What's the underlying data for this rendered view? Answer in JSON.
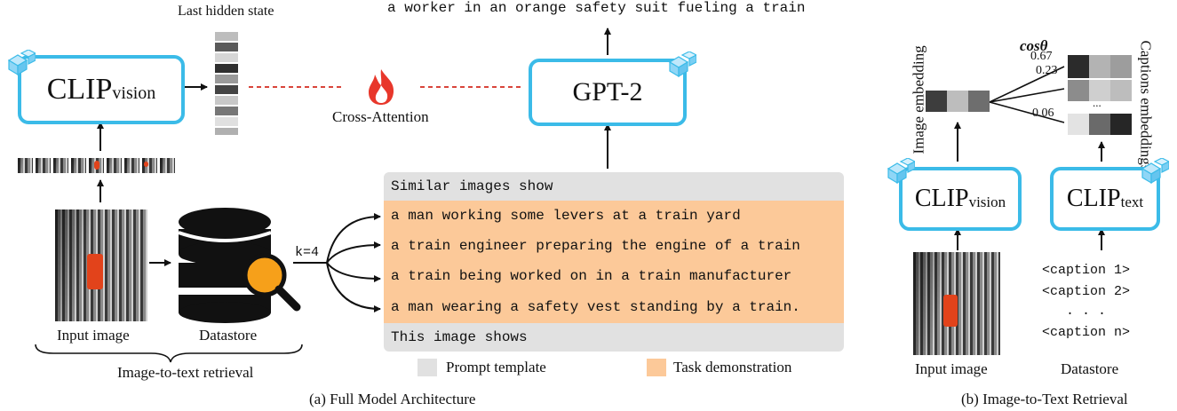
{
  "colors": {
    "clip_border": "#3bbbe8",
    "prompt_template": "#e1e1e1",
    "task_demonstration": "#fcc999",
    "cross_attention_line": "#d9453b",
    "flame": "#e8372b"
  },
  "icons": [
    "ice-cube-icon",
    "fire-icon",
    "database-icon",
    "magnifier-icon"
  ],
  "part_a": {
    "clip_vision": {
      "main": "CLIP",
      "sub": "vision"
    },
    "gpt2": "GPT-2",
    "last_hidden_state": "Last hidden state",
    "cross_attention": "Cross-Attention",
    "generated_caption": "a worker in an orange safety suit fueling a train",
    "input_image_label": "Input image",
    "datastore_label": "Datastore",
    "k_label": "k=4",
    "retrieval_label": "Image-to-text retrieval",
    "prompt": {
      "header": "Similar images show",
      "captions": [
        "a man working some levers at a train yard",
        "a train engineer preparing the engine of a train",
        "a train being worked on in a train manufacturer",
        "a man wearing a safety vest standing by a train."
      ],
      "footer": "This image shows"
    },
    "legend": {
      "template": "Prompt template",
      "demonstration": "Task demonstration"
    },
    "caption": "(a) Full Model Architecture"
  },
  "part_b": {
    "clip_vision": {
      "main": "CLIP",
      "sub": "vision"
    },
    "clip_text": {
      "main": "CLIP",
      "sub": "text"
    },
    "cos_label": "cosθ",
    "image_embedding_label": "Image embedding",
    "captions_embeddings_label": "Captions embeddings",
    "scores": [
      "0.67",
      "0.23",
      "0.06"
    ],
    "ellipsis_embed": "...",
    "captions_list": [
      "<caption 1>",
      "<caption 2>",
      ". . .",
      "<caption n>"
    ],
    "input_image_label": "Input image",
    "datastore_label": "Datastore",
    "caption": "(b) Image-to-Text Retrieval"
  }
}
